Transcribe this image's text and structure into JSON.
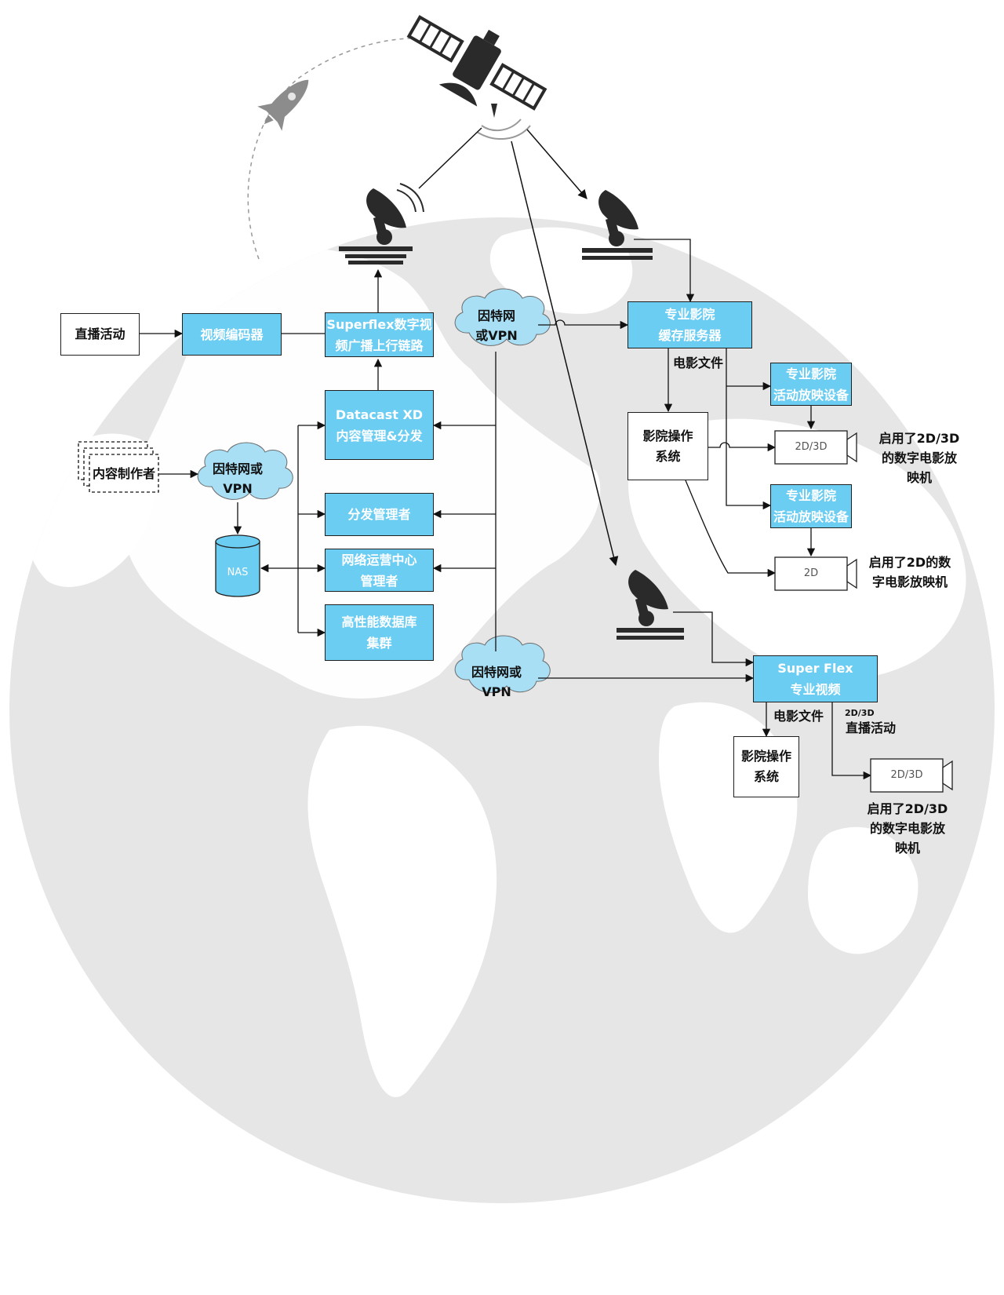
{
  "nodes": {
    "live_event": "直播活动",
    "video_encoder": "视频编码器",
    "uplink": [
      "Superflex数字视",
      "频广播上行链路"
    ],
    "datacast": [
      "Datacast XD",
      "内容管理&分发"
    ],
    "content_creator": "内容制作者",
    "cloud_left": [
      "因特网或",
      "VPN"
    ],
    "nas": "NAS",
    "distribution_manager": "分发管理者",
    "noc_manager": [
      "网络运营中心",
      "管理者"
    ],
    "db_cluster": [
      "高性能数据库",
      "集群"
    ],
    "cloud_top": [
      "因特网",
      "或VPN"
    ],
    "cloud_bottom": [
      "因特网或",
      "VPN"
    ],
    "cache_server": [
      "专业影院",
      "缓存服务器"
    ],
    "movie_file_1": "电影文件",
    "tms_1": [
      "影院操作",
      "系统"
    ],
    "player_1": [
      "专业影院",
      "活动放映设备"
    ],
    "player_2": [
      "专业影院",
      "活动放映设备"
    ],
    "projector_1": "2D/3D",
    "projector_2": "2D",
    "projector_1_desc": [
      "启用了2D/3D",
      "的数字电影放",
      "映机"
    ],
    "projector_2_desc": [
      "启用了2D的数",
      "字电影放映机"
    ],
    "superflex_video": [
      "Super Flex",
      "专业视频"
    ],
    "movie_file_2": "电影文件",
    "live_small": "2D/3D",
    "live_label": "直播活动",
    "tms_2": [
      "影院操作",
      "系统"
    ],
    "projector_3": "2D/3D",
    "projector_3_desc": [
      "启用了2D/3D",
      "的数字电影放",
      "映机"
    ]
  },
  "colors": {
    "box_fill": "#6ccdf2",
    "cloud_fill": "#a8dff5",
    "globe_fill": "#e6e6e6",
    "land_fill": "#ffffff",
    "icon_dark": "#2a2a2a"
  },
  "icons": [
    "satellite-icon",
    "rocket-icon",
    "dish-antenna-icon",
    "database-icon",
    "cloud-icon",
    "projector-icon"
  ]
}
